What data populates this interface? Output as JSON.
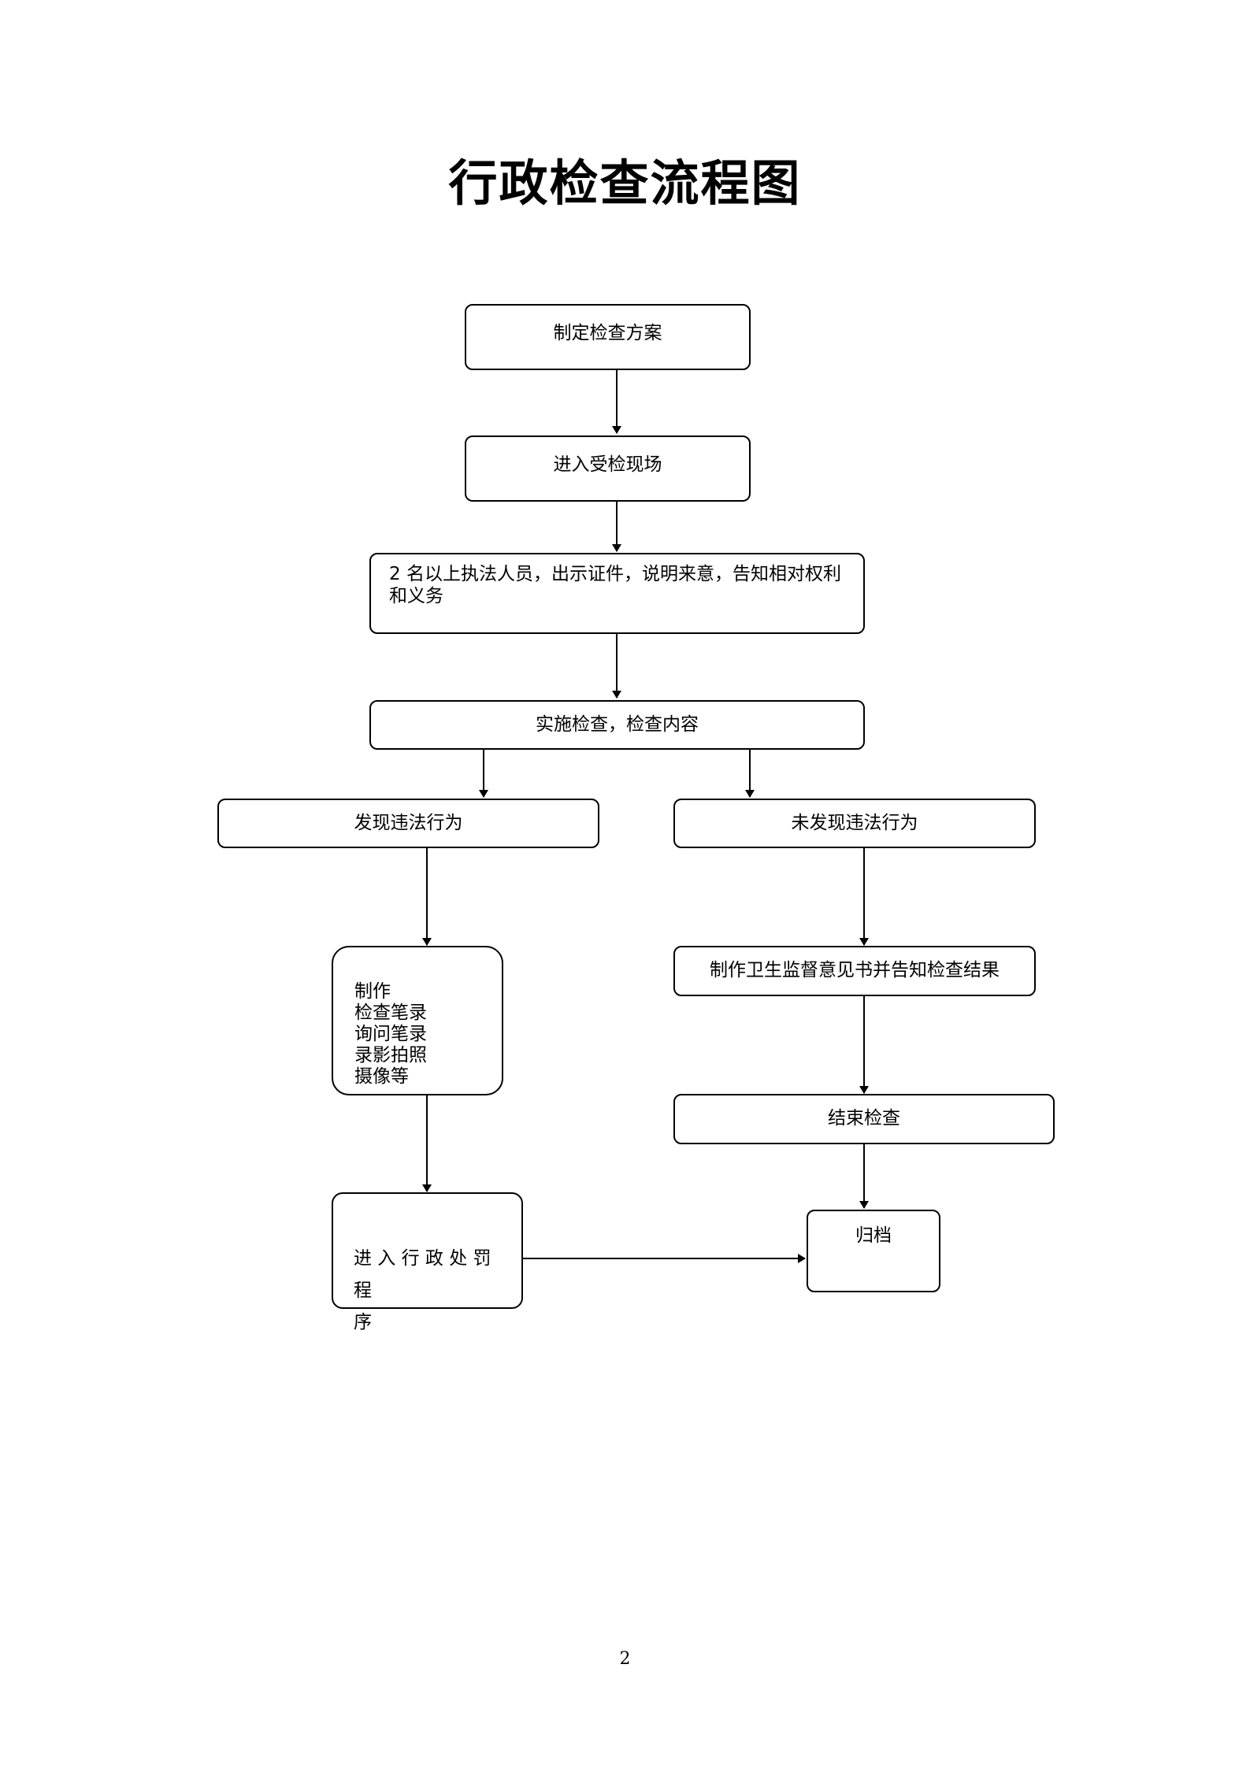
{
  "title": "行政检查流程图",
  "steps": {
    "plan": "制定检查方案",
    "enter_site": "进入受检现场",
    "notify": "2 名以上执法人员，出示证件，说明来意，告知相对权利和义务",
    "inspect": "实施检查，检查内容",
    "found_violation": "发现违法行为",
    "no_violation": "未发现违法行为",
    "make_records": "制作\n检查笔录\n询问笔录\n录影拍照\n摄像等",
    "opinion_letter": "制作卫生监督意见书并告知检查结果",
    "end_inspection": "结束检查",
    "penalty_procedure": "进 入 行 政 处 罚 程\n序",
    "archive": "归档"
  },
  "page_number": "2"
}
